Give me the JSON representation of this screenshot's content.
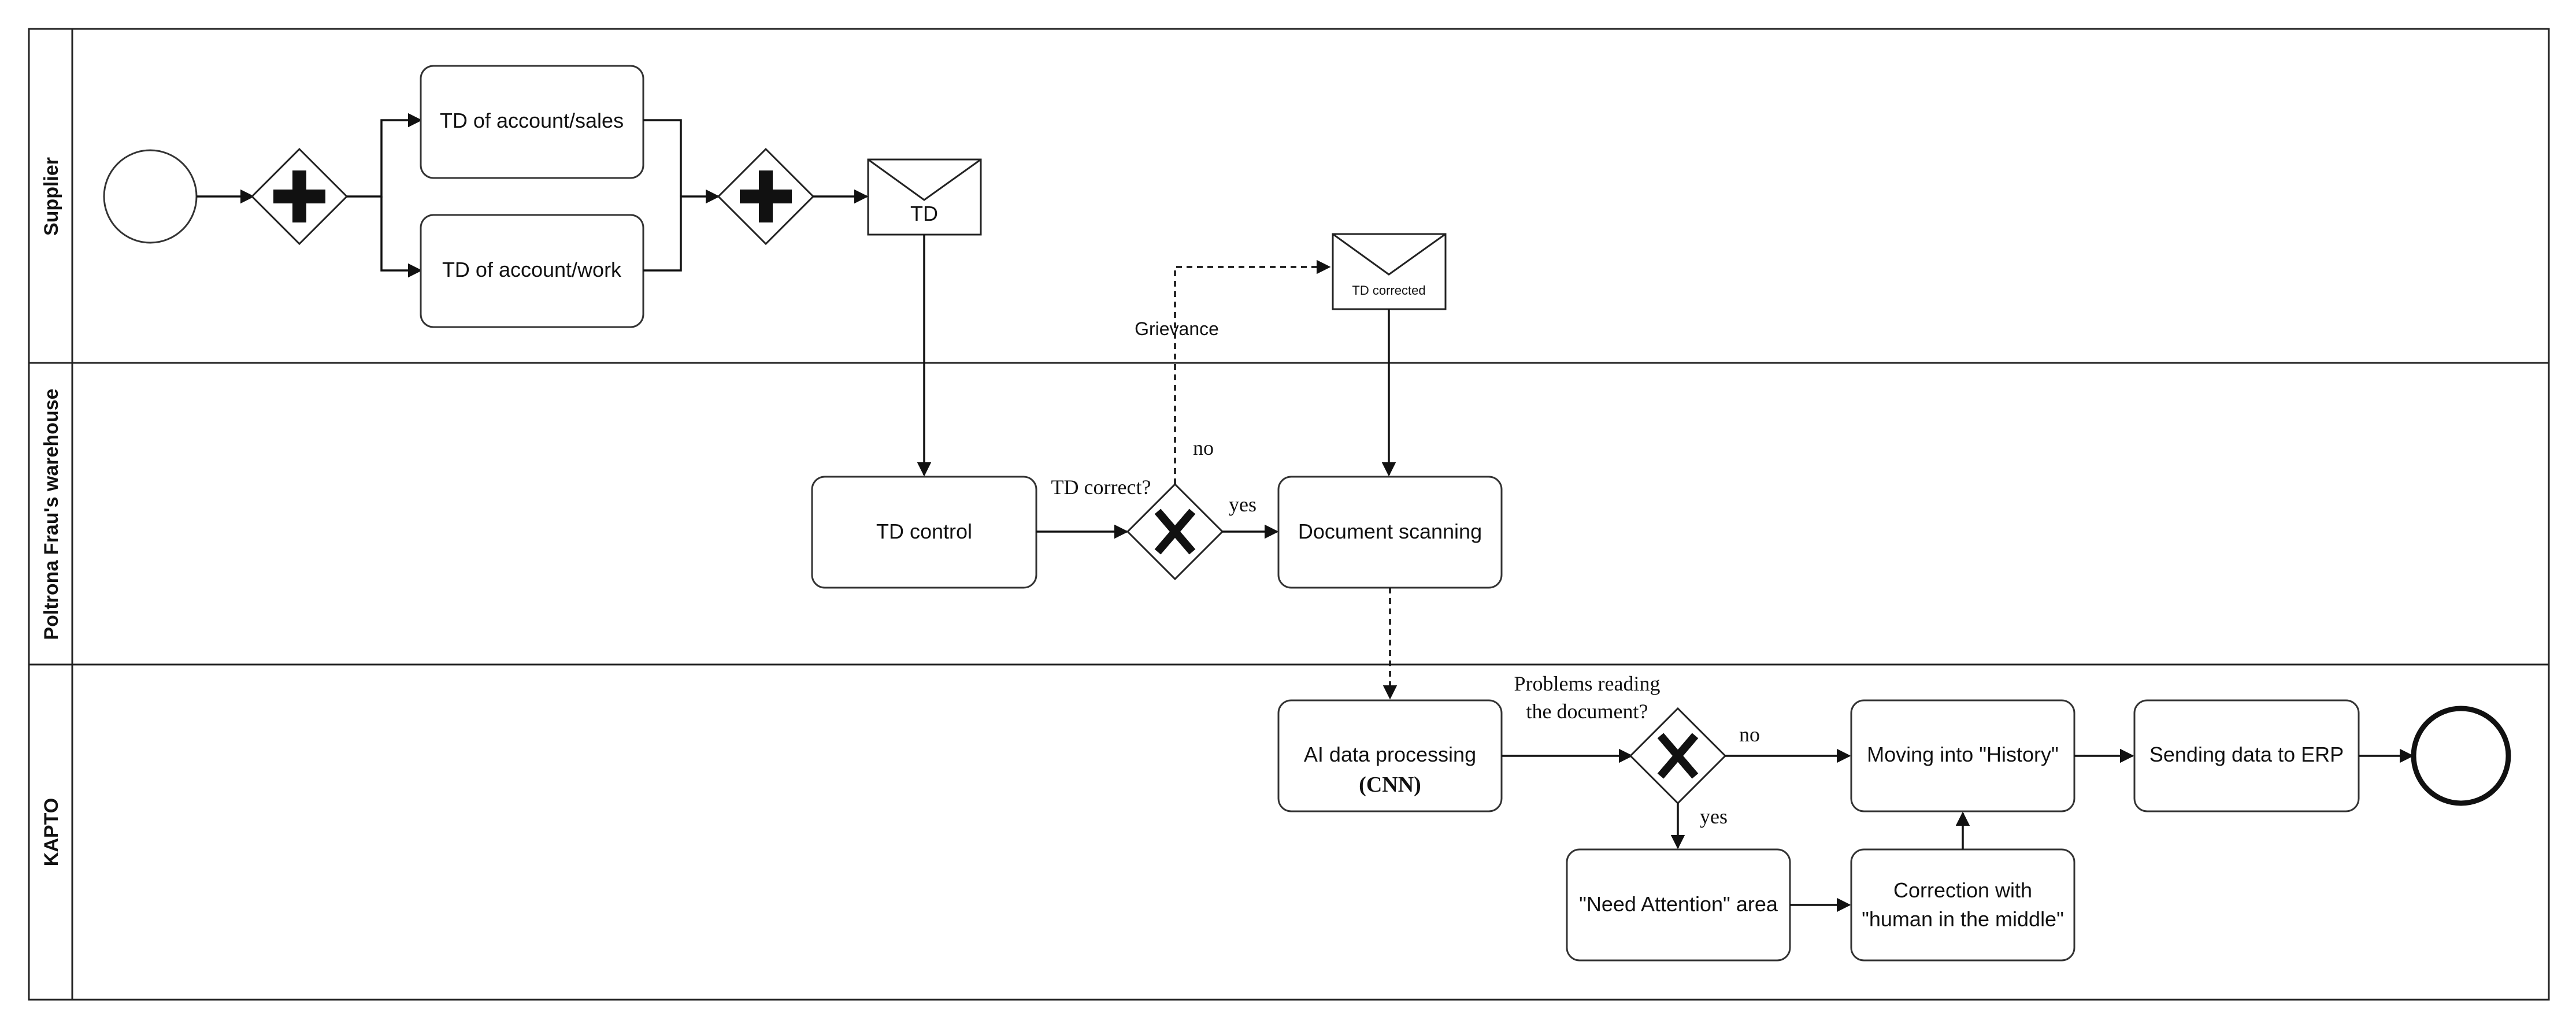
{
  "lanes": {
    "supplier": "Supplier",
    "warehouse": "Poltrona Frau's warehouse",
    "kapto": "KAPTO"
  },
  "tasks": {
    "td_sales": "TD of account/sales",
    "td_work": "TD of account/work",
    "td_control": "TD control",
    "doc_scanning": "Document scanning",
    "ai_processing_line1": "AI data processing",
    "ai_processing_line2": "(CNN)",
    "need_attention": "\"Need Attention\" area",
    "correction_line1": "Correction with",
    "correction_line2": "\"human in the middle\"",
    "moving_history": "Moving into \"History\"",
    "sending_erp": "Sending data to ERP"
  },
  "messages": {
    "td": "TD",
    "td_corrected": "TD corrected"
  },
  "gateways": {
    "td_correct_question": "TD correct?",
    "problems_line1": "Problems reading",
    "problems_line2": "the document?"
  },
  "flow_labels": {
    "grievance": "Grievance",
    "no_1": "no",
    "yes_1": "yes",
    "no_2": "no",
    "yes_2": "yes"
  }
}
